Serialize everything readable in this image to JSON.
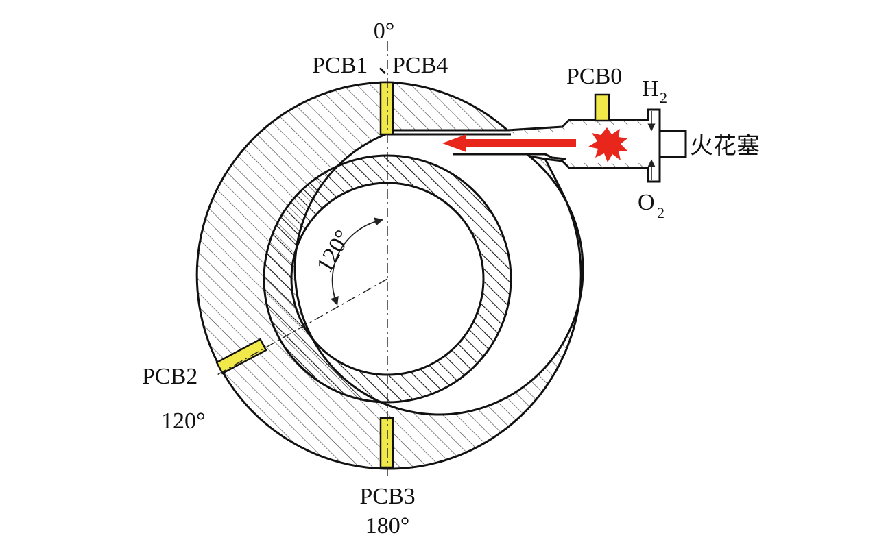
{
  "labels": {
    "top_angle": "0°",
    "pcb1": "PCB1",
    "separator": "、",
    "pcb4": "PCB4",
    "pcb0": "PCB0",
    "h2_main": "H",
    "h2_sub": "2",
    "o2_main": "O",
    "o2_sub": "2",
    "spark_plug": "火花塞",
    "pcb2": "PCB2",
    "angle_120_side": "120°",
    "angle_120_arc": "120°",
    "pcb3": "PCB3",
    "angle_180": "180°"
  },
  "colors": {
    "sensor": "#f1e84a",
    "arrow": "#e8261c",
    "spark": "#e8261c",
    "outline": "#111111",
    "hatch": "#333333"
  }
}
